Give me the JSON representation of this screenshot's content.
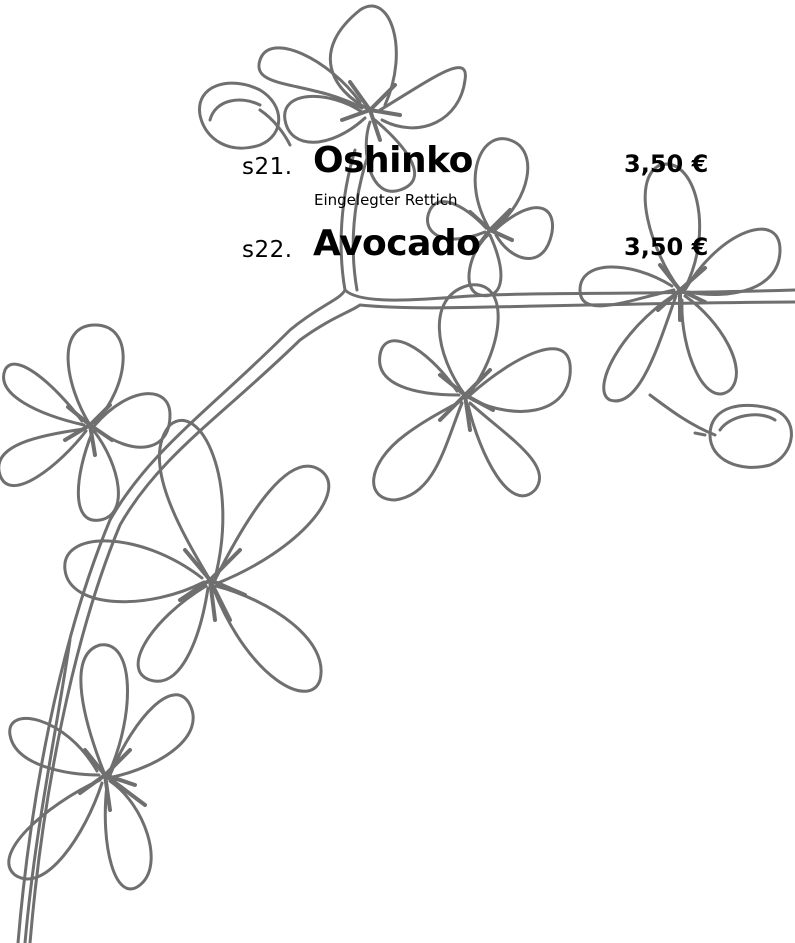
{
  "decoration": {
    "icon": "cherry-blossom-branch",
    "stroke_color": "#6f6f6f"
  },
  "menu": {
    "items": [
      {
        "number": "s21.",
        "name": "Oshinko",
        "description": "Eingelegter Rettich",
        "price": "3,50 €"
      },
      {
        "number": "s22.",
        "name": "Avocado",
        "description": "",
        "price": "3,50 €"
      }
    ]
  }
}
